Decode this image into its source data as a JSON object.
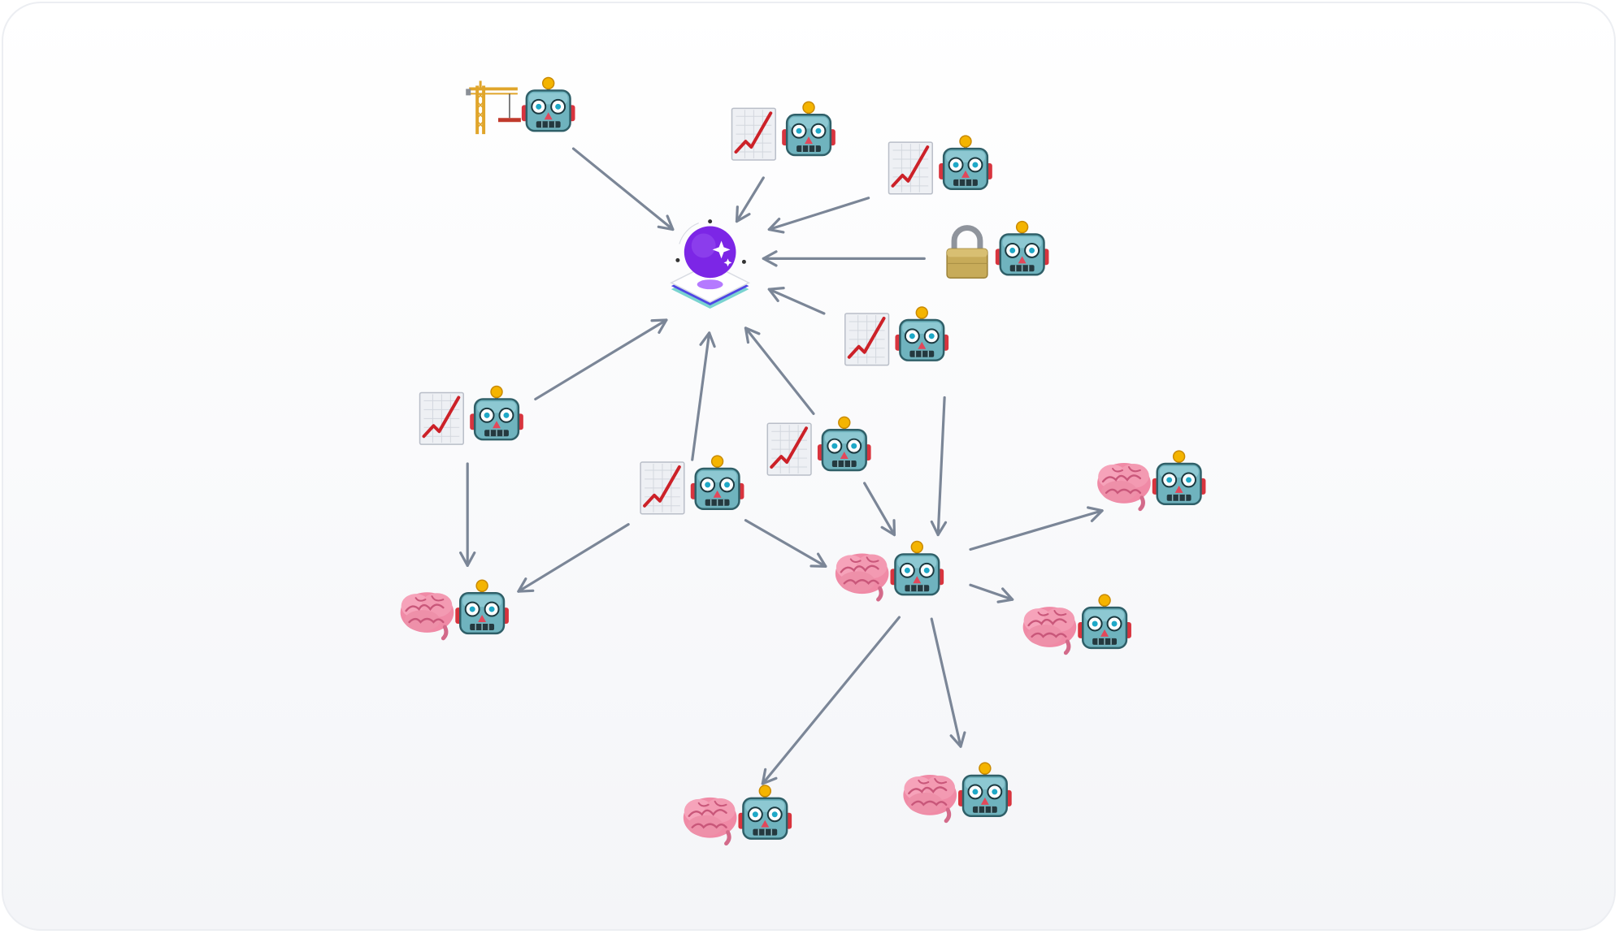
{
  "colors": {
    "edge": "#7b8697",
    "hub_sphere": "#7c26e6",
    "card_background": "#f6f7f9",
    "card_border": "#eceef2"
  },
  "hub": {
    "icon": "crystal-ball-hub-icon"
  },
  "node_types": {
    "builder-agent": [
      "crane-icon",
      "robot-icon"
    ],
    "trader-agent": [
      "chart-increasing-icon",
      "robot-icon"
    ],
    "security-agent": [
      "lock-icon",
      "robot-icon"
    ],
    "thinker-agent": [
      "brain-icon",
      "robot-icon"
    ]
  },
  "nodes": [
    {
      "id": "n1",
      "type": "builder-agent"
    },
    {
      "id": "n2",
      "type": "trader-agent"
    },
    {
      "id": "n3",
      "type": "trader-agent"
    },
    {
      "id": "n4",
      "type": "security-agent"
    },
    {
      "id": "n5",
      "type": "trader-agent"
    },
    {
      "id": "n6",
      "type": "trader-agent"
    },
    {
      "id": "n7",
      "type": "trader-agent"
    },
    {
      "id": "n8",
      "type": "trader-agent"
    },
    {
      "id": "n9",
      "type": "thinker-agent"
    },
    {
      "id": "n10",
      "type": "thinker-agent"
    },
    {
      "id": "n11",
      "type": "thinker-agent"
    },
    {
      "id": "n12",
      "type": "thinker-agent"
    },
    {
      "id": "n13",
      "type": "thinker-agent"
    },
    {
      "id": "n14",
      "type": "thinker-agent"
    }
  ],
  "edges": [
    {
      "from": "n1",
      "to": "hub"
    },
    {
      "from": "n2",
      "to": "hub"
    },
    {
      "from": "n3",
      "to": "hub"
    },
    {
      "from": "n4",
      "to": "hub"
    },
    {
      "from": "n5",
      "to": "hub"
    },
    {
      "from": "n6",
      "to": "hub"
    },
    {
      "from": "n7",
      "to": "hub"
    },
    {
      "from": "n8",
      "to": "hub"
    },
    {
      "from": "n6",
      "to": "n9"
    },
    {
      "from": "n7",
      "to": "n9"
    },
    {
      "from": "n7",
      "to": "n10"
    },
    {
      "from": "n8",
      "to": "n10"
    },
    {
      "from": "n5",
      "to": "n10"
    },
    {
      "from": "n10",
      "to": "n11"
    },
    {
      "from": "n10",
      "to": "n12"
    },
    {
      "from": "n10",
      "to": "n13"
    },
    {
      "from": "n10",
      "to": "n14"
    }
  ]
}
